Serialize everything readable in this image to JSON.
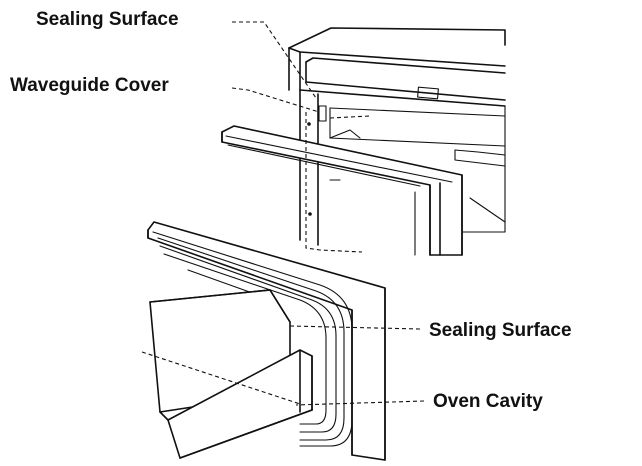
{
  "labels": {
    "sealing_surface_top": "Sealing Surface",
    "waveguide_cover": "Waveguide Cover",
    "sealing_surface_bottom": "Sealing Surface",
    "oven_cavity": "Oven Cavity"
  }
}
